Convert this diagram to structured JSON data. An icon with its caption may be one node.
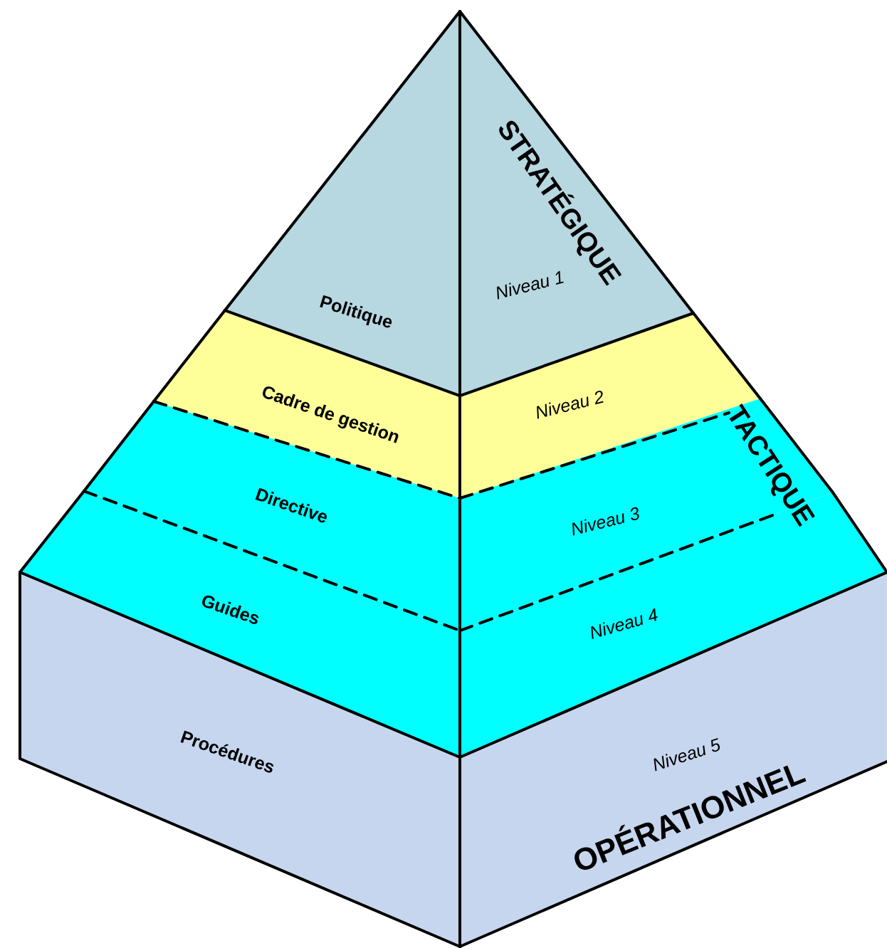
{
  "diagram": {
    "nodes": [
      {
        "text": [
          "Politique"
        ]
      },
      {
        "text": [
          "Niveau 1"
        ]
      },
      {
        "text": [
          "Cadre de gestion"
        ]
      },
      {
        "text": [
          "Niveau 2"
        ]
      },
      {
        "text": [
          "Directive"
        ]
      },
      {
        "text": [
          "Niveau 3"
        ]
      },
      {
        "text": [
          "Guides"
        ]
      },
      {
        "text": [
          "Niveau 4"
        ]
      },
      {
        "text": [
          "Procédures"
        ]
      },
      {
        "text": [
          "Niveau 5"
        ]
      }
    ],
    "labels": [
      "STRATÉGIQUE",
      "TACTIQUE",
      "OPÉRATIONNEL"
    ]
  }
}
